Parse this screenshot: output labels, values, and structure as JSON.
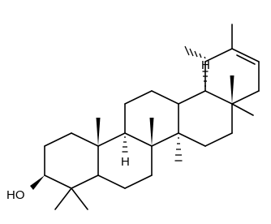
{
  "molecule": {
    "hydroxyl_label": "HO",
    "hydrogen_label_1": "H",
    "hydrogen_label_2": "H"
  }
}
